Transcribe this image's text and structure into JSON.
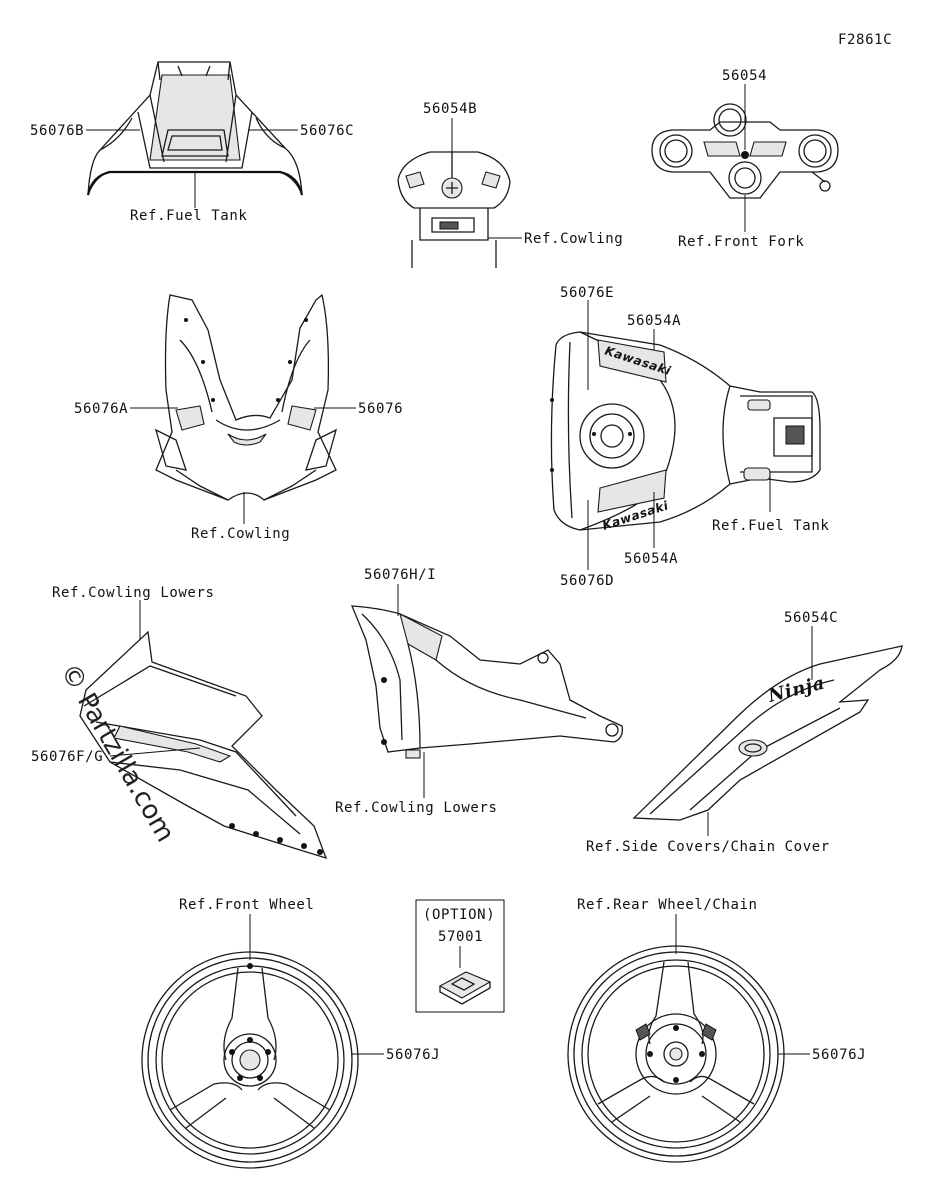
{
  "figure_code": "F2861C",
  "watermark": "© Partzilla.com",
  "option_box": {
    "label": "(OPTION)",
    "part": "57001"
  },
  "groups": {
    "top_fuel_tank": {
      "left": "56076B",
      "right": "56076C",
      "ref": "Ref.Fuel Tank"
    },
    "rear_cowling": {
      "part": "56054B",
      "ref": "Ref.Cowling"
    },
    "front_fork": {
      "part": "56054",
      "ref": "Ref.Front Fork"
    },
    "front_cowling": {
      "left": "56076A",
      "right": "56076",
      "ref": "Ref.Cowling"
    },
    "tank": {
      "top1": "56076E",
      "top2": "56054A",
      "bottom2": "56054A",
      "bottom1": "56076D",
      "ref": "Ref.Fuel Tank",
      "logo_upper": "Kawasaki",
      "logo_lower": "Kawasaki"
    },
    "cowling_lower_l": {
      "ref": "Ref.Cowling Lowers",
      "part": "56076F/G"
    },
    "cowling_lower_c": {
      "part": "56076H/I",
      "ref": "Ref.Cowling Lowers"
    },
    "side_cover": {
      "part": "56054C",
      "ref": "Ref.Side Covers/Chain Cover",
      "logo": "Ninja"
    },
    "front_wheel": {
      "ref": "Ref.Front Wheel",
      "part": "56076J"
    },
    "rear_wheel": {
      "ref": "Ref.Rear Wheel/Chain",
      "part": "56076J"
    }
  }
}
